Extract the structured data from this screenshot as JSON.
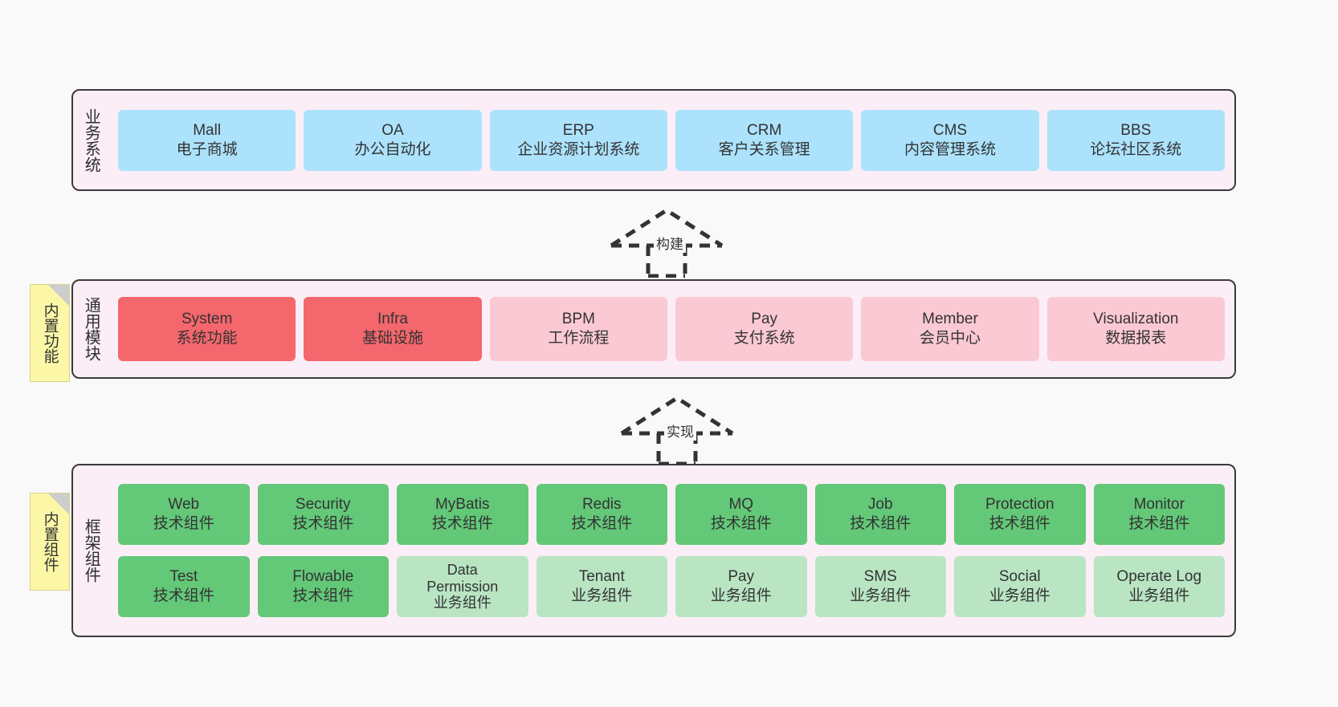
{
  "diagram": {
    "background_color": "#f9f9f9",
    "layer_fill": "#fbeef6",
    "layer_border": "#3b3b3b"
  },
  "layers": [
    {
      "id": "business-system",
      "title": "业务系统",
      "card_color": "#ace2fc",
      "cards": [
        {
          "title": "Mall",
          "subtitle": "电子商城"
        },
        {
          "title": "OA",
          "subtitle": "办公自动化"
        },
        {
          "title": "ERP",
          "subtitle": "企业资源计划系统"
        },
        {
          "title": "CRM",
          "subtitle": "客户关系管理"
        },
        {
          "title": "CMS",
          "subtitle": "内容管理系统"
        },
        {
          "title": "BBS",
          "subtitle": "论坛社区系统"
        }
      ]
    },
    {
      "id": "common-module",
      "title": "通用模块",
      "sticky": "内置功能",
      "cards": [
        {
          "title": "System",
          "subtitle": "系统功能",
          "color": "#f4676d",
          "variant": "red"
        },
        {
          "title": "Infra",
          "subtitle": "基础设施",
          "color": "#f4676d",
          "variant": "red"
        },
        {
          "title": "BPM",
          "subtitle": "工作流程",
          "color": "#fbc9d3",
          "variant": "pink"
        },
        {
          "title": "Pay",
          "subtitle": "支付系统",
          "color": "#fbc9d3",
          "variant": "pink"
        },
        {
          "title": "Member",
          "subtitle": "会员中心",
          "color": "#fbc9d3",
          "variant": "pink"
        },
        {
          "title": "Visualization",
          "subtitle": "数据报表",
          "color": "#fbc9d3",
          "variant": "pink"
        }
      ]
    },
    {
      "id": "framework-component",
      "title": "框架组件",
      "sticky": "内置组件",
      "rows": [
        [
          {
            "title": "Web",
            "subtitle": "技术组件",
            "color": "#63c878",
            "variant": "green"
          },
          {
            "title": "Security",
            "subtitle": "技术组件",
            "color": "#63c878",
            "variant": "green"
          },
          {
            "title": "MyBatis",
            "subtitle": "技术组件",
            "color": "#63c878",
            "variant": "green"
          },
          {
            "title": "Redis",
            "subtitle": "技术组件",
            "color": "#63c878",
            "variant": "green"
          },
          {
            "title": "MQ",
            "subtitle": "技术组件",
            "color": "#63c878",
            "variant": "green"
          },
          {
            "title": "Job",
            "subtitle": "技术组件",
            "color": "#63c878",
            "variant": "green"
          },
          {
            "title": "Protection",
            "subtitle": "技术组件",
            "color": "#63c878",
            "variant": "green"
          },
          {
            "title": "Monitor",
            "subtitle": "技术组件",
            "color": "#63c878",
            "variant": "green"
          }
        ],
        [
          {
            "title": "Test",
            "subtitle": "技术组件",
            "color": "#63c878",
            "variant": "green"
          },
          {
            "title": "Flowable",
            "subtitle": "技术组件",
            "color": "#63c878",
            "variant": "green"
          },
          {
            "title": "Data Permission",
            "subtitle": "业务组件",
            "color": "#b9e5c3",
            "variant": "lightgreen"
          },
          {
            "title": "Tenant",
            "subtitle": "业务组件",
            "color": "#b9e5c3",
            "variant": "lightgreen"
          },
          {
            "title": "Pay",
            "subtitle": "业务组件",
            "color": "#b9e5c3",
            "variant": "lightgreen"
          },
          {
            "title": "SMS",
            "subtitle": "业务组件",
            "color": "#b9e5c3",
            "variant": "lightgreen"
          },
          {
            "title": "Social",
            "subtitle": "业务组件",
            "color": "#b9e5c3",
            "variant": "lightgreen"
          },
          {
            "title": "Operate Log",
            "subtitle": "业务组件",
            "color": "#b9e5c3",
            "variant": "lightgreen"
          }
        ]
      ]
    }
  ],
  "connectors": [
    {
      "id": "build",
      "label": "构建",
      "style": "dashed-generalization"
    },
    {
      "id": "implement",
      "label": "实现",
      "style": "dashed-generalization"
    }
  ]
}
